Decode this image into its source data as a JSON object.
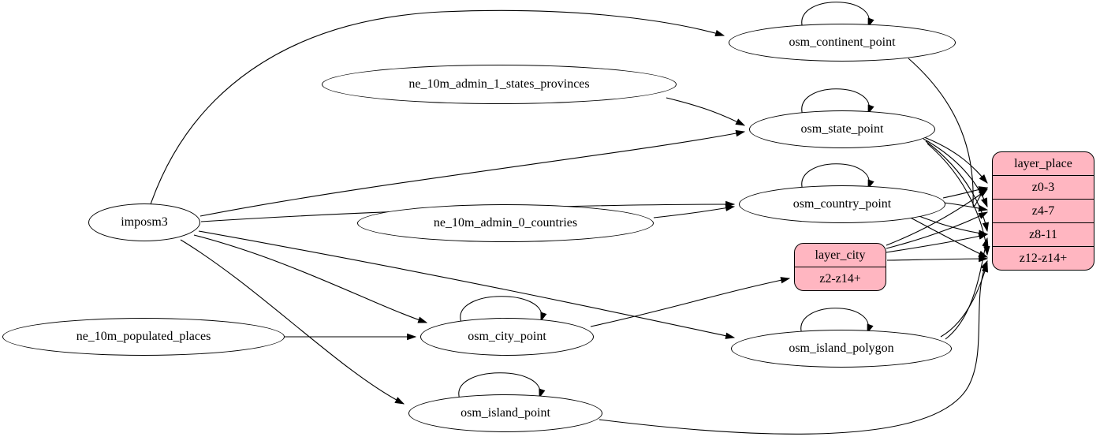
{
  "colors": {
    "background": "#ffffff",
    "table_fill": "#ffffff",
    "layer_fill": "#ffb6c1",
    "stroke": "#000000"
  },
  "nodes": {
    "imposm3": {
      "label": "imposm3",
      "type": "ellipse"
    },
    "ne_10m_admin_1_states_provinces": {
      "label": "ne_10m_admin_1_states_provinces",
      "type": "ellipse"
    },
    "ne_10m_admin_0_countries": {
      "label": "ne_10m_admin_0_countries",
      "type": "ellipse"
    },
    "ne_10m_populated_places": {
      "label": "ne_10m_populated_places",
      "type": "ellipse"
    },
    "osm_continent_point": {
      "label": "osm_continent_point",
      "type": "ellipse",
      "self_loop": true
    },
    "osm_state_point": {
      "label": "osm_state_point",
      "type": "ellipse",
      "self_loop": true
    },
    "osm_country_point": {
      "label": "osm_country_point",
      "type": "ellipse",
      "self_loop": true
    },
    "osm_city_point": {
      "label": "osm_city_point",
      "type": "ellipse",
      "self_loop": true
    },
    "osm_island_polygon": {
      "label": "osm_island_polygon",
      "type": "ellipse",
      "self_loop": true
    },
    "osm_island_point": {
      "label": "osm_island_point",
      "type": "ellipse",
      "self_loop": true
    },
    "layer_city": {
      "label": "layer_city",
      "type": "record",
      "rows": [
        "z2-z14+"
      ]
    },
    "layer_place": {
      "label": "layer_place",
      "type": "record",
      "rows": [
        "z0-3",
        "z4-7",
        "z8-11",
        "z12-z14+"
      ]
    }
  },
  "edges": [
    {
      "from": "imposm3",
      "to": "osm_continent_point"
    },
    {
      "from": "imposm3",
      "to": "osm_state_point"
    },
    {
      "from": "imposm3",
      "to": "osm_country_point"
    },
    {
      "from": "imposm3",
      "to": "osm_city_point"
    },
    {
      "from": "imposm3",
      "to": "osm_island_polygon"
    },
    {
      "from": "imposm3",
      "to": "osm_island_point"
    },
    {
      "from": "ne_10m_admin_1_states_provinces",
      "to": "osm_state_point"
    },
    {
      "from": "ne_10m_admin_0_countries",
      "to": "osm_country_point"
    },
    {
      "from": "ne_10m_populated_places",
      "to": "osm_city_point"
    },
    {
      "from": "osm_continent_point",
      "to": "osm_continent_point"
    },
    {
      "from": "osm_state_point",
      "to": "osm_state_point"
    },
    {
      "from": "osm_country_point",
      "to": "osm_country_point"
    },
    {
      "from": "osm_city_point",
      "to": "osm_city_point"
    },
    {
      "from": "osm_island_polygon",
      "to": "osm_island_polygon"
    },
    {
      "from": "osm_island_point",
      "to": "osm_island_point"
    },
    {
      "from": "osm_continent_point",
      "to": "layer_place",
      "to_port": "z0-3"
    },
    {
      "from": "osm_state_point",
      "to": "layer_place",
      "to_port": "z0-3"
    },
    {
      "from": "osm_state_point",
      "to": "layer_place",
      "to_port": "z4-7"
    },
    {
      "from": "osm_state_point",
      "to": "layer_place",
      "to_port": "z8-11"
    },
    {
      "from": "osm_state_point",
      "to": "layer_place",
      "to_port": "z12-z14+"
    },
    {
      "from": "osm_country_point",
      "to": "layer_place",
      "to_port": "z0-3"
    },
    {
      "from": "osm_country_point",
      "to": "layer_place",
      "to_port": "z4-7"
    },
    {
      "from": "osm_country_point",
      "to": "layer_place",
      "to_port": "z8-11"
    },
    {
      "from": "osm_country_point",
      "to": "layer_place",
      "to_port": "z12-z14+"
    },
    {
      "from": "osm_city_point",
      "to": "layer_city",
      "to_port": "z2-z14+"
    },
    {
      "from": "layer_city",
      "to": "layer_place",
      "to_port": "z0-3"
    },
    {
      "from": "layer_city",
      "to": "layer_place",
      "to_port": "z4-7"
    },
    {
      "from": "layer_city",
      "to": "layer_place",
      "to_port": "z8-11"
    },
    {
      "from": "layer_city",
      "to": "layer_place",
      "to_port": "z12-z14+"
    },
    {
      "from": "osm_island_polygon",
      "to": "layer_place",
      "to_port": "z8-11"
    },
    {
      "from": "osm_island_polygon",
      "to": "layer_place",
      "to_port": "z12-z14+"
    },
    {
      "from": "osm_island_point",
      "to": "layer_place",
      "to_port": "z12-z14+"
    }
  ]
}
